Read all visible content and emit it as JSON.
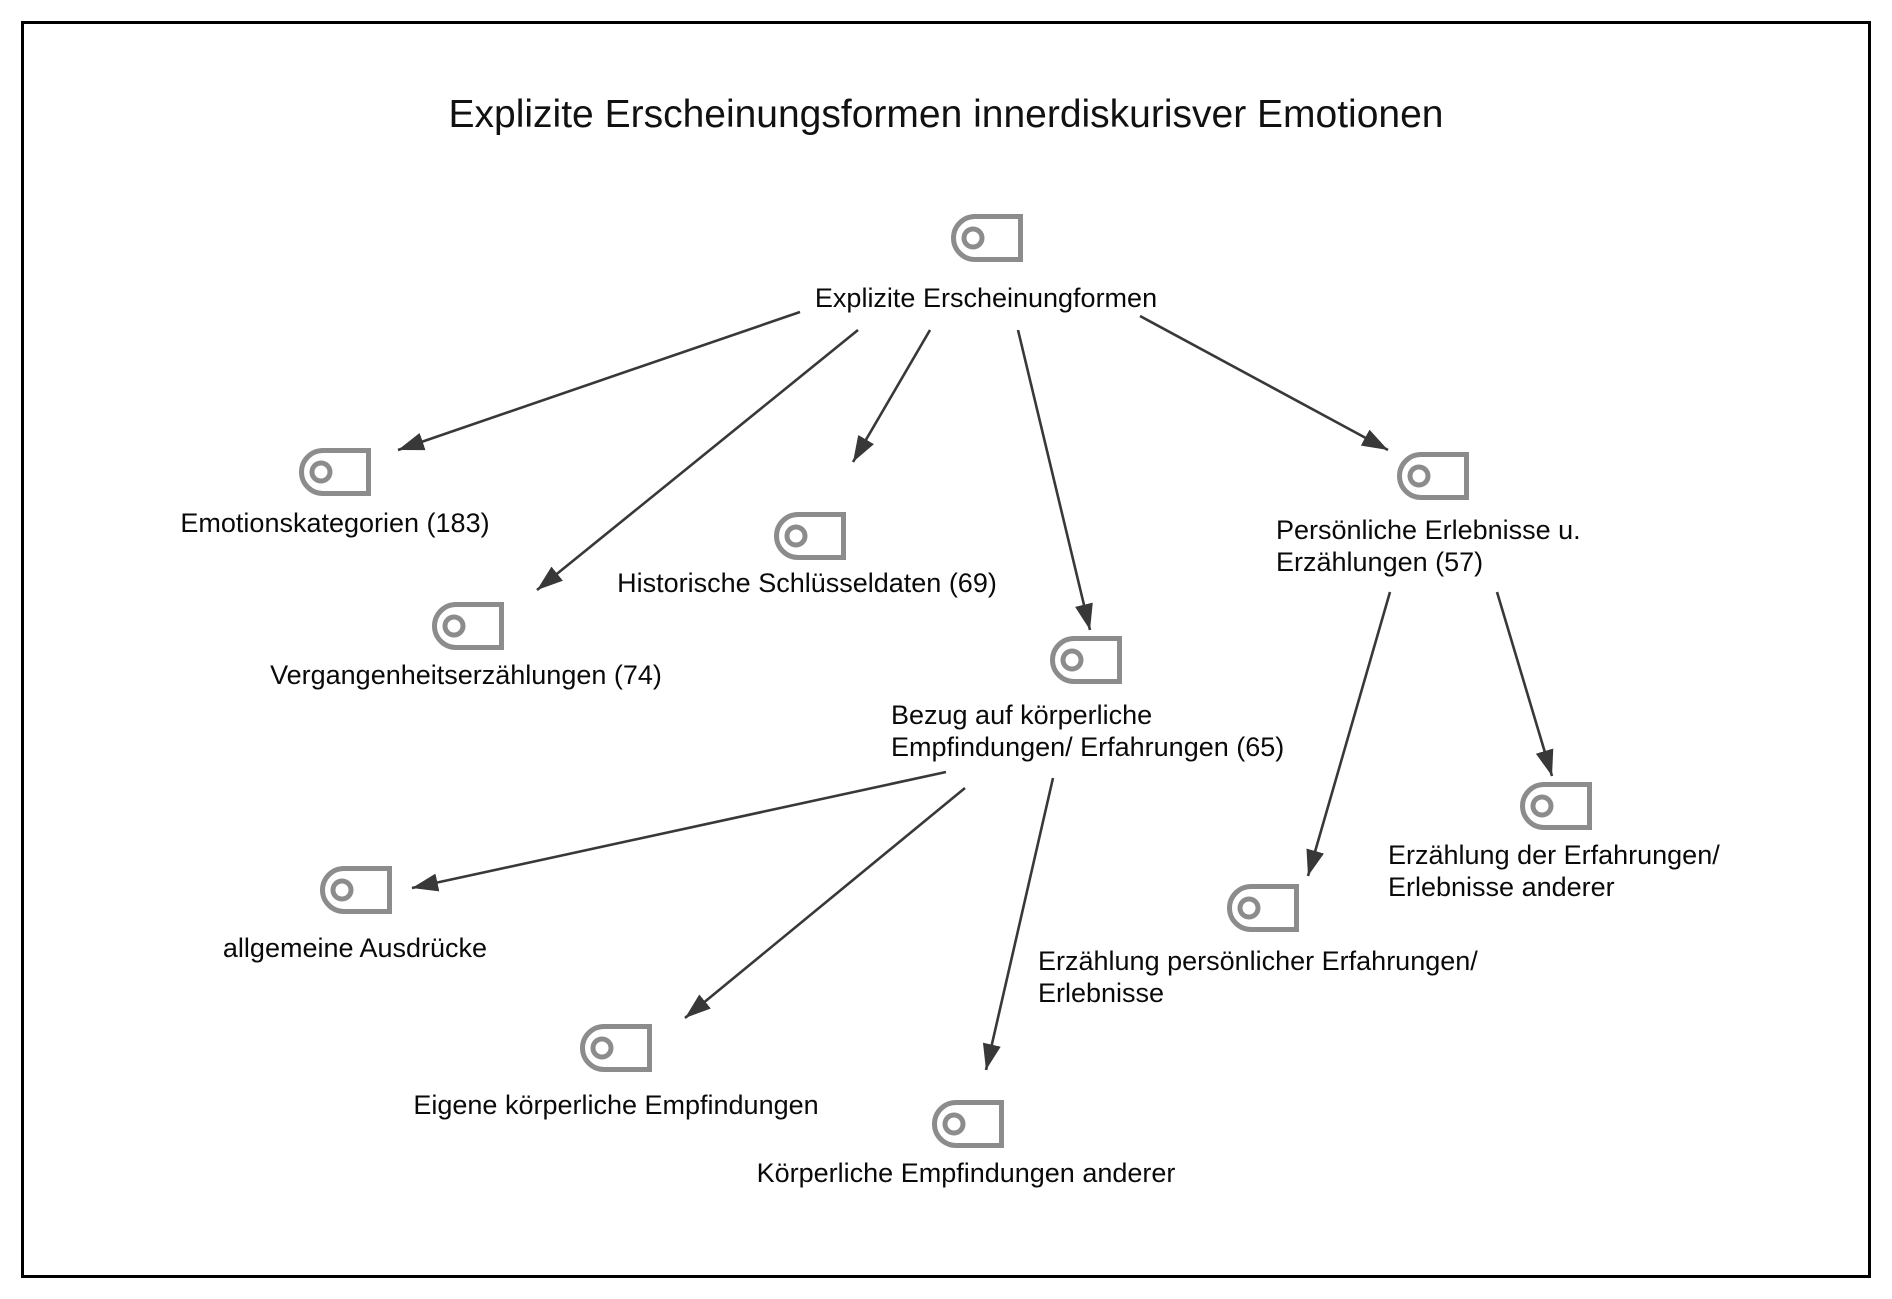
{
  "title": "Explizite Erscheinungsformen innerdiskurisver Emotionen",
  "colors": {
    "background": "#ffffff",
    "frame_border": "#000000",
    "code_icon": "#8c8c8c",
    "arrow": "#383838",
    "text": "#000000"
  },
  "icon_meaning": "code-tag-icon",
  "nodes": [
    {
      "id": "root",
      "label": "Explizite Erscheinungformen"
    },
    {
      "id": "emotionskategorien",
      "label": "Emotionskategorien (183)"
    },
    {
      "id": "vergangenheitserzaehlungen",
      "label": "Vergangenheitserzählungen (74)"
    },
    {
      "id": "historische-schluesseldaten",
      "label": "Historische Schlüsseldaten (69)"
    },
    {
      "id": "bezug-koerperliche",
      "label": "Bezug auf körperliche\nEmpfindungen/ Erfahrungen (65)"
    },
    {
      "id": "persoenliche-erlebnisse",
      "label": "Persönliche Erlebnisse u.\nErzählungen (57)"
    },
    {
      "id": "allgemeine-ausdruecke",
      "label": "allgemeine Ausdrücke"
    },
    {
      "id": "eigene-koerperliche",
      "label": "Eigene körperliche Empfindungen"
    },
    {
      "id": "koerperliche-anderer",
      "label": "Körperliche Empfindungen anderer"
    },
    {
      "id": "erzaehlung-persoenlicher",
      "label": "Erzählung persönlicher Erfahrungen/\nErlebnisse"
    },
    {
      "id": "erzaehlung-anderer",
      "label": "Erzählung der Erfahrungen/\nErlebnisse anderer"
    }
  ],
  "edges": [
    {
      "from": "root",
      "to": "emotionskategorien"
    },
    {
      "from": "root",
      "to": "vergangenheitserzaehlungen"
    },
    {
      "from": "root",
      "to": "historische-schluesseldaten"
    },
    {
      "from": "root",
      "to": "bezug-koerperliche"
    },
    {
      "from": "root",
      "to": "persoenliche-erlebnisse"
    },
    {
      "from": "bezug-koerperliche",
      "to": "allgemeine-ausdruecke"
    },
    {
      "from": "bezug-koerperliche",
      "to": "eigene-koerperliche"
    },
    {
      "from": "bezug-koerperliche",
      "to": "koerperliche-anderer"
    },
    {
      "from": "persoenliche-erlebnisse",
      "to": "erzaehlung-persoenlicher"
    },
    {
      "from": "persoenliche-erlebnisse",
      "to": "erzaehlung-anderer"
    }
  ]
}
